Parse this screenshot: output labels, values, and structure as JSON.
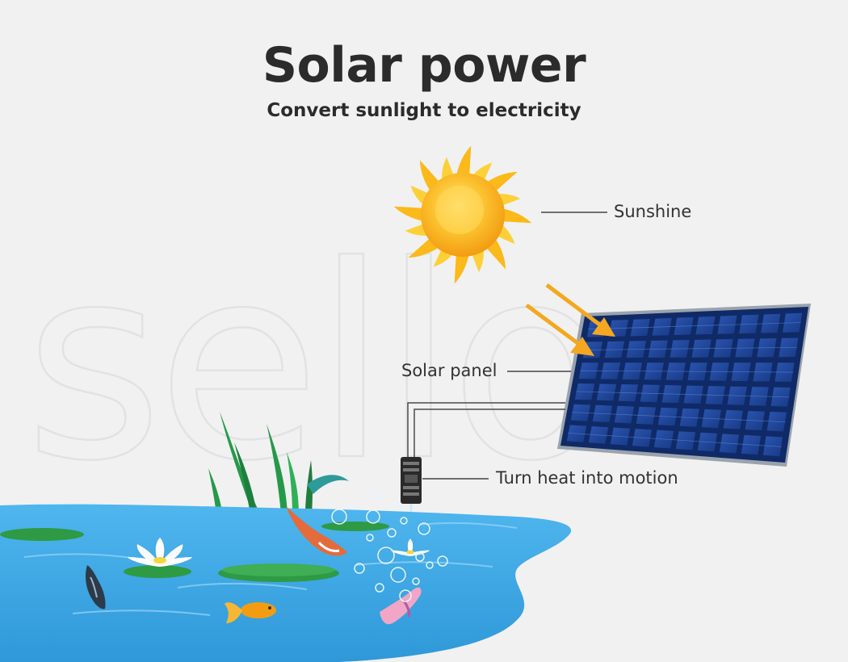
{
  "header": {
    "title": "Solar power",
    "subtitle": "Convert sunlight to electricity"
  },
  "watermark": {
    "text": "sello"
  },
  "callouts": {
    "sunshine": "Sunshine",
    "solar_panel": "Solar panel",
    "motor": "Turn heat into motion"
  },
  "colors": {
    "background": "#f1f1f1",
    "sun_core": "#f9b81c",
    "sun_ray": "#fdc21e",
    "arrow": "#f4a820",
    "panel_cell": "#1e3f8f",
    "water": "#3aa6e5",
    "lily_pad": "#2e9a44",
    "reed": "#25994a"
  },
  "icons": [
    "sun-icon",
    "solar-panel-icon",
    "sun-ray-arrow-icon",
    "motor-icon",
    "water-lily-icon",
    "koi-fish-icon",
    "goldfish-icon",
    "reed-icon",
    "bubble-icon"
  ]
}
